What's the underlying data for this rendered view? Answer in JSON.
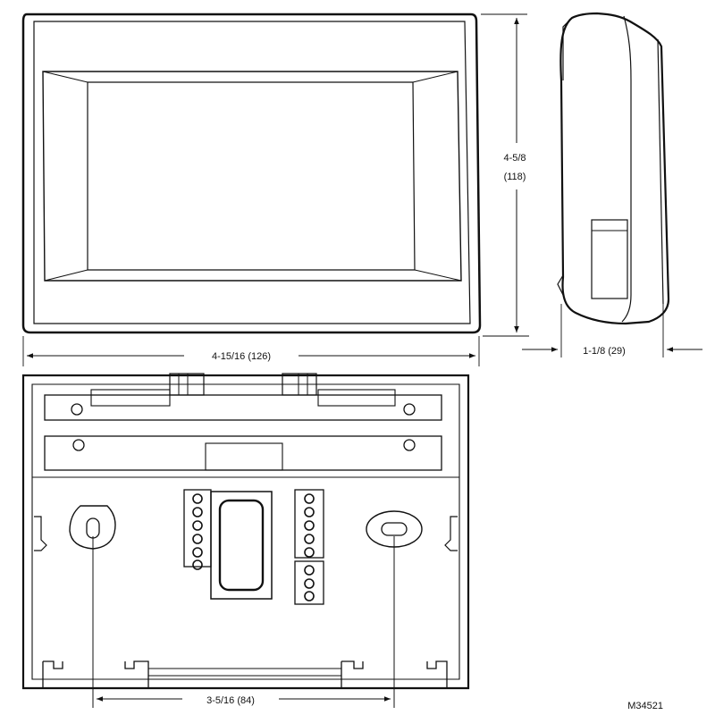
{
  "drawing_id": "M34521",
  "dimensions": {
    "width": "4-15/16 (126)",
    "height_fraction": "4-5/8",
    "height_metric": "(118)",
    "depth": "1-1/8 (29)",
    "mounting_hole_spacing": "3-5/16 (84)"
  }
}
